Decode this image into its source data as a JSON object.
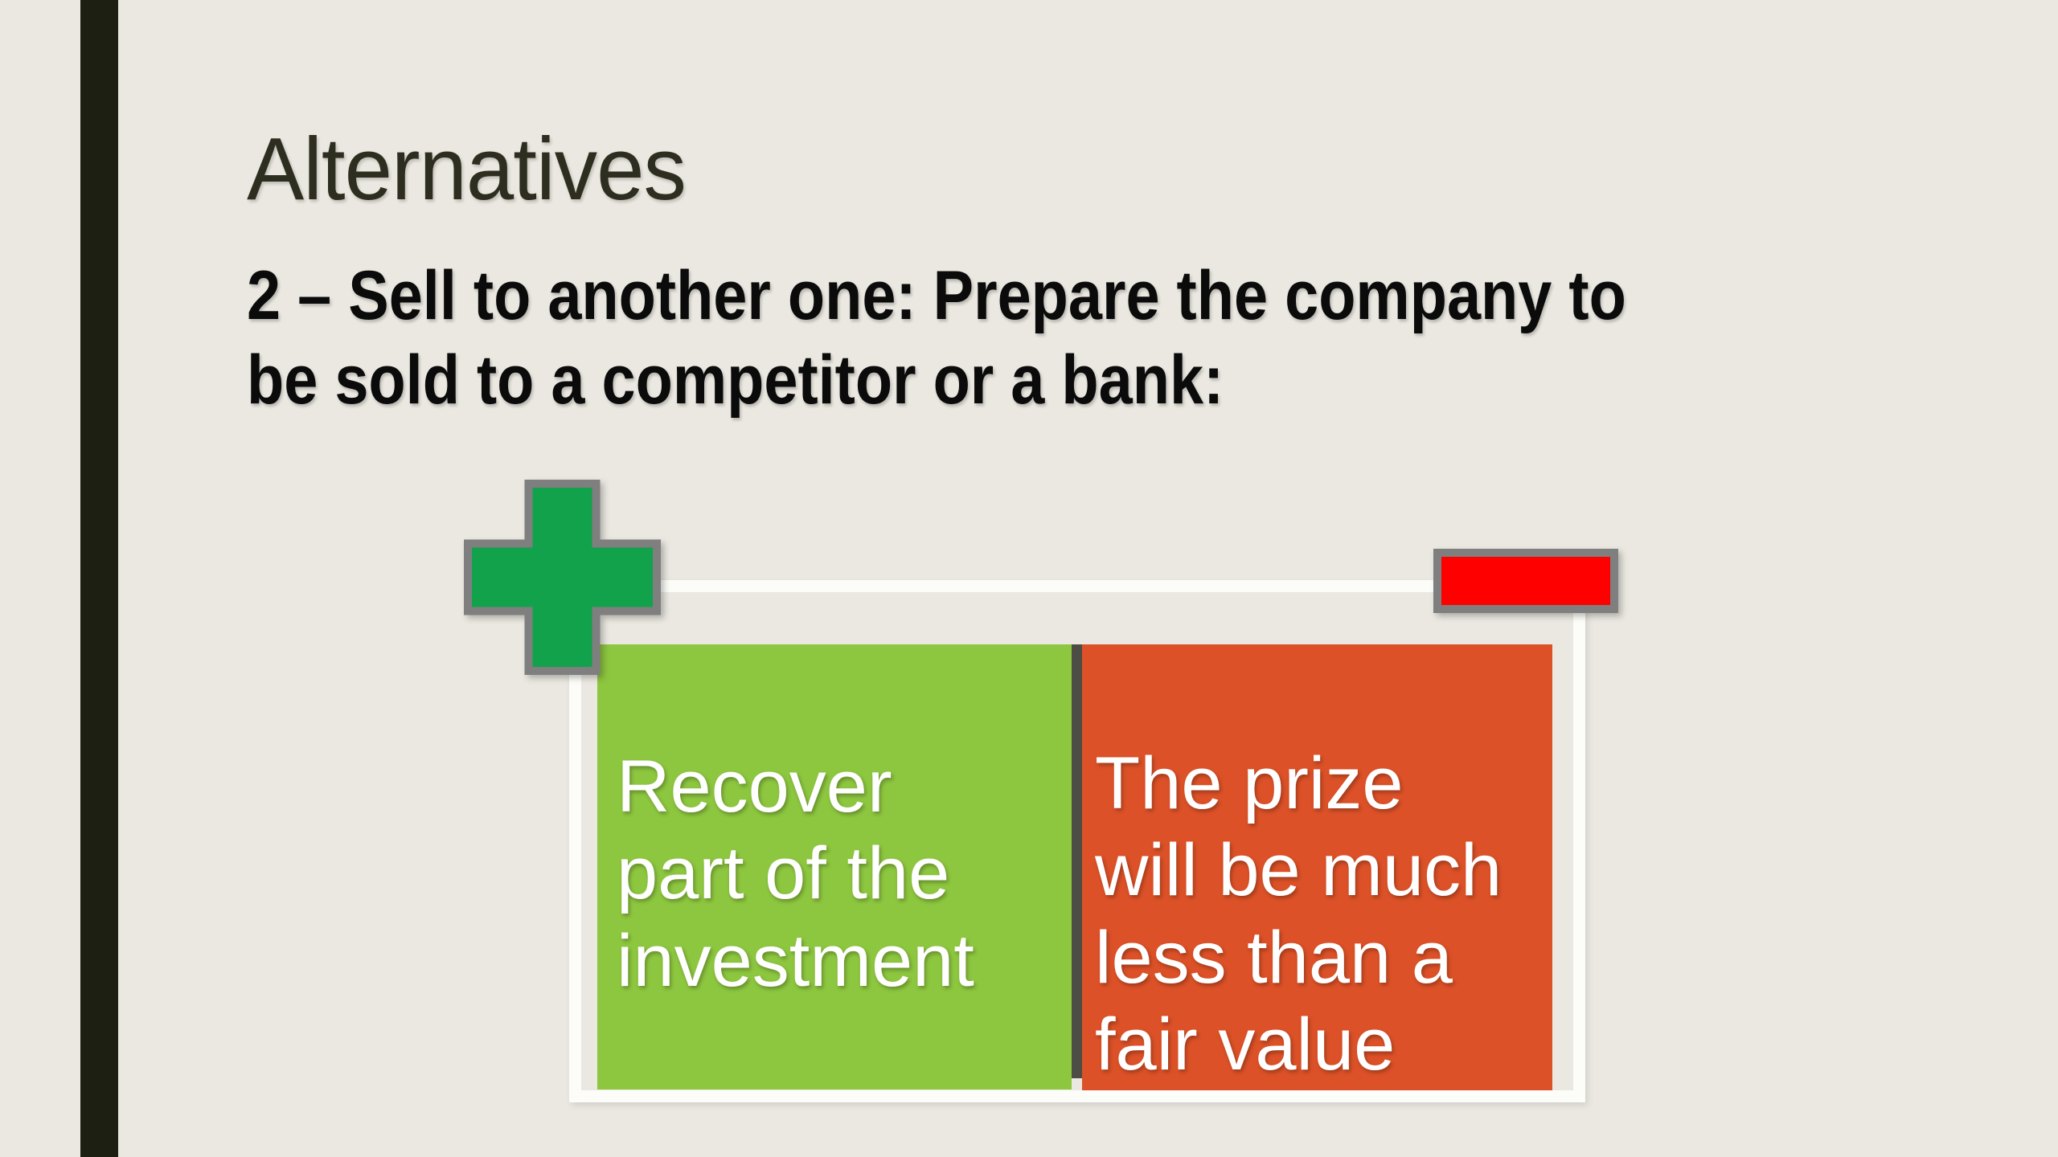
{
  "slide": {
    "title": "Alternatives",
    "subtitle": "2 – Sell to another one: Prepare the company to\nbe sold to a competitor or a bank:",
    "comparison": {
      "pros": {
        "icon": "plus-icon",
        "text": "Recover\npart of the\ninvestment",
        "box_color": "#8dc63f",
        "icon_color": "#12a24b",
        "text_color": "#ffffff"
      },
      "cons": {
        "icon": "minus-icon",
        "text": "The prize\nwill be much\nless than a\nfair value",
        "box_color": "#dc5127",
        "icon_color": "#fe0000",
        "text_color": "#ffffff"
      }
    },
    "colors": {
      "background": "#eae8e0",
      "accent_bar": "#1d1f12",
      "title_text": "#2e2e20",
      "subtitle_text": "#0b0b0b",
      "icon_border": "#7f7f7f",
      "frame_border": "#fcfcf9",
      "divider": "#4d4d45"
    }
  }
}
